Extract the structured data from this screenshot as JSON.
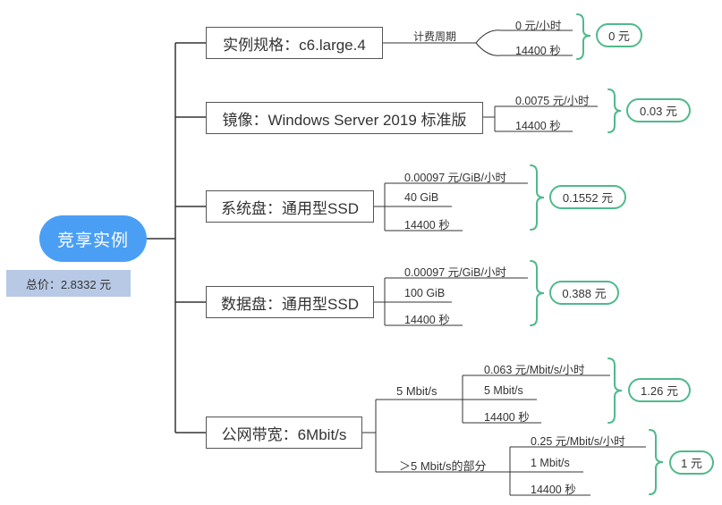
{
  "root": {
    "label": "竞享实例"
  },
  "total": {
    "label": "总价：2.8332 元"
  },
  "branches": [
    {
      "label": "实例规格：c6.large.4",
      "connector_label": "计费周期",
      "items": [
        "0 元/小时",
        "14400 秒"
      ],
      "result": "0 元"
    },
    {
      "label": "镜像：Windows Server 2019 标准版",
      "items": [
        "0.0075 元/小时",
        "14400 秒"
      ],
      "result": "0.03 元"
    },
    {
      "label": "系统盘：通用型SSD",
      "items": [
        "0.00097 元/GiB/小时",
        "40 GiB",
        "14400 秒"
      ],
      "result": "0.1552 元"
    },
    {
      "label": "数据盘：通用型SSD",
      "items": [
        "0.00097 元/GiB/小时",
        "100 GiB",
        "14400 秒"
      ],
      "result": "0.388 元"
    },
    {
      "label": "公网带宽：6Mbit/s",
      "sub": [
        {
          "label": "5 Mbit/s",
          "items": [
            "0.063 元/Mbit/s/小时",
            "5 Mbit/s",
            "14400 秒"
          ],
          "result": "1.26 元"
        },
        {
          "label": "＞5 Mbit/s的部分",
          "items": [
            "0.25 元/Mbit/s/小时",
            "1 Mbit/s",
            "14400 秒"
          ],
          "result": "1 元"
        }
      ]
    }
  ],
  "colors": {
    "root": "#4a9ff5",
    "total_bg": "#b8c9e6",
    "bracket": "#4fb98b",
    "line": "#333333"
  }
}
